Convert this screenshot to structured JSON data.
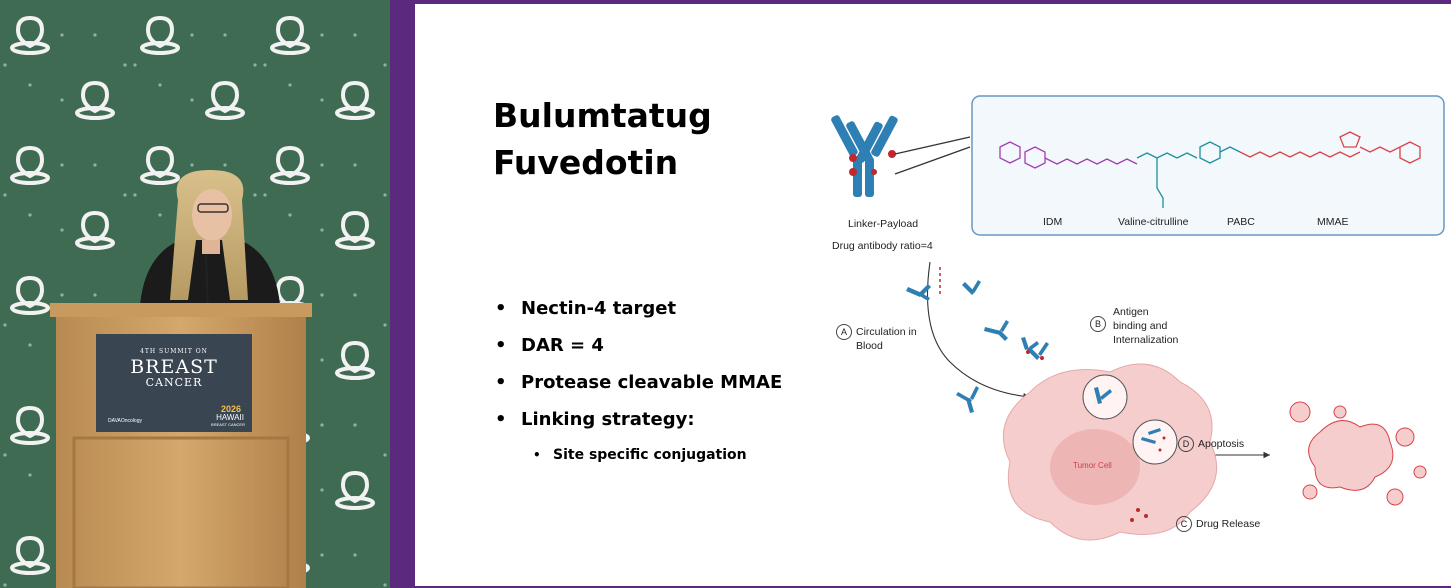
{
  "video_feed": {
    "podium_sign": {
      "summit_line": "4TH SUMMIT ON",
      "line1": "BREAST",
      "line2": "CANCER",
      "sponsor": "DAVAOncology",
      "year": "2026",
      "event_line": "HAWAII",
      "event_subline": "BREAST CANCER"
    },
    "backdrop_color": "#3f6b52"
  },
  "slide": {
    "title_line1": "Bulumtatug",
    "title_line2": "Fuvedotin",
    "bullets": [
      "Nectin-4 target",
      "DAR = 4",
      "Protease cleavable MMAE",
      "Linking strategy:"
    ],
    "sub_bullet": "Site specific conjugation",
    "bullet_char": "•",
    "figure": {
      "legend_linker": "Linker-Payload",
      "dar_label": "Drug antibody ratio=4",
      "components": [
        "IDM",
        "Valine-citrulline",
        "PABC",
        "MMAE"
      ],
      "step_a_letter": "A",
      "step_a_line1": "Circulation in",
      "step_a_line2": "Blood",
      "step_b_letter": "B",
      "step_b_line1": "Antigen",
      "step_b_line2": "binding and",
      "step_b_line3": "Internalization",
      "step_c_letter": "C",
      "step_c_label": "Drug Release",
      "step_d_letter": "D",
      "step_d_label": "Apoptosis",
      "tumor_label": "Tumor Cell",
      "colors": {
        "antibody": "#2e7fb4",
        "payload": "#c0282e",
        "idm": "#a23fb0",
        "valcit": "#1d8f9a",
        "mmae": "#d9444a",
        "cell": "#f6cdcd",
        "nucleus": "#eeb5b5",
        "panel_border": "#6a95c2",
        "panel_fill": "#f3f8fd"
      }
    }
  }
}
